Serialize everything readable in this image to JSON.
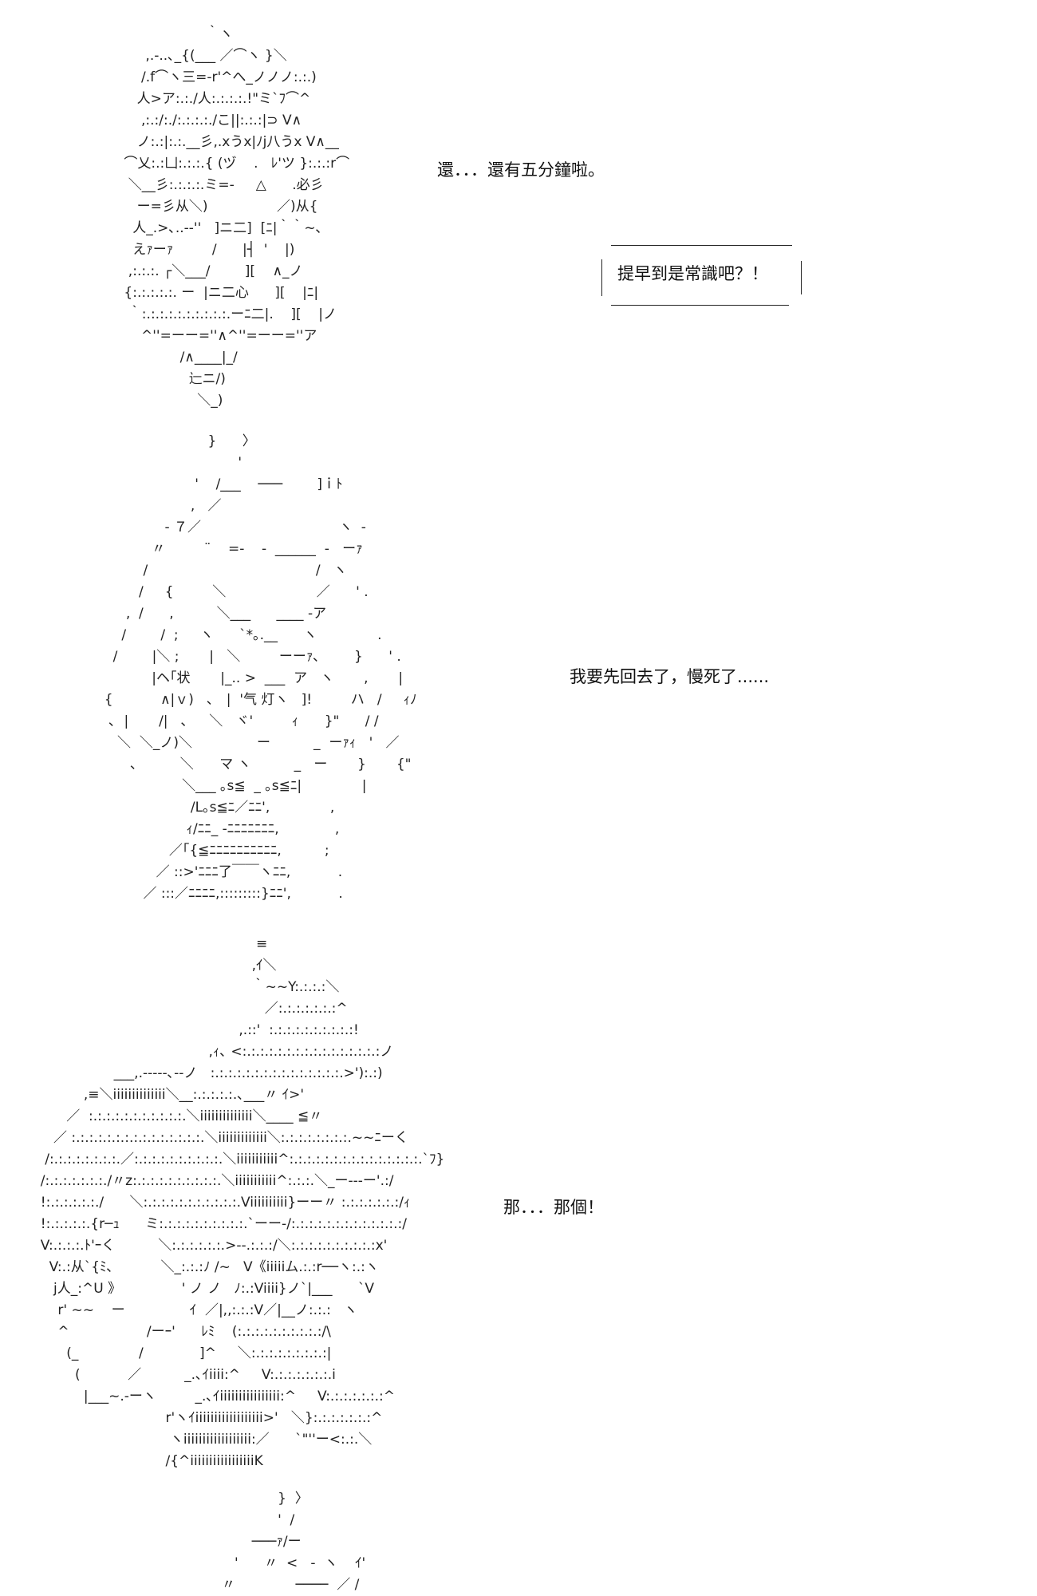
{
  "panels": [
    {
      "art": "                    ｀ヽ\n      ,.‐..､_{(___ ／⌒ヽ }＼\n     /.f⌒ヽ三=-r'^へ_ノノノ:.:.)\n    人>ア:.:./人:.:.:.:.!\"ミ`ﾌ⌒^\n     ,:.:/:./:.:.:.:./こ||:.:.:|⊃ V∧\n    ノ:.:|:.:.__彡,.xうx|ﾉj八うx V∧__\n ⌒乂:.:凵:.:.:.{ (ヅ    .   ﾚ'ツ }:.:.:r⌒\n  ＼__彡:.:.:.:.ミ=-     △      .必彡\n    ー=彡从＼)                ／)从{\n   人_.>､..-‐''   ]ニ二]  [ﾆ|｀｀~､\n   えｧーｧ         /      |┤  '    |)\n  ,:.:.:. ┌＼___/        ][    ∧_ノ\n {:.:.:.:.:. ー  |ニ二心      ][    |ﾆ|\n  ｀:.:.:.:.:.:.:.:.:.:.ーﾆ二|.    ][    |ノ\n     ^''=ーー=''∧^''=ーー=''ア\n              /∧____|_/\n                辷ニ/)\n                  ＼_)",
      "dialogue": "還．．．還有五分鐘啦。",
      "bubble": "提早到是常識吧？！"
    },
    {
      "art": "                          }      〉\n                                 '\n                       '    /___    ───        ]ｉﾄ\n                      ,   ／\n                - ７／                                ヽ  -\n             〃         ¨    =-    -  ______  -   ーｧ\n           /                                       /   ヽ\n          /     {         ＼                     ／      ' .\n       ,  /      ,          ＼___      ____ -ア\n      /        /  ;     ヽ      `*｡.__      ヽ              .\n    /        |＼ ;       |   ＼         ーーｧ､        }      ' .\n             |ヘ｢状       |_.. >  ___  ア   ヽ       ,       |\n  {           ∧|ｖ)   ､   |  '气 灯ヽ   ]!         ハ   /     ｨﾉ\n   ､  |       /|   ､     ＼   ヾ'         ｨ      }\"      / /\n     ＼  ＼_ノ)＼               ー          _  ーｧｨ   '   ／\n        ､          ＼      マ ヽ          _   ー       }       {\"\n                    ＼___ ｡s≦  _ ｡s≦ﾆ|              |\n                      /L｡s≦ﾆ／ﾆﾆ',              ,\n                     ｨ/ﾆﾆ_ -ﾆﾆﾆﾆﾆﾆﾆ,             ,\n                 ／｢{≦ﾆﾆﾆﾆﾆﾆﾆﾆﾆﾆ,          ;\n              ／ ::>'ﾆﾆﾆ了￣￣ヽﾆﾆ,           .\n           ／ :::／ﾆﾆﾆﾆ,:::::::::}ﾆﾆ',           .",
      "dialogue": "我要先回去了，慢死了......"
    },
    {
      "art": "                                                    ≡\n                                                   ,ｲ＼\n                                                   ｀~~Y:.:.:.:＼\n                                                      ／:.:.:.:.:.:.:^\n                                                ,.::'  :.:.:.:.:.:.:.:.:.:!\n                                         ,ｨ､ <:.:.:.:.:.:.:.:.:.:.:.:.:.:.:.:ノ\n                   ___,.-----､--ノ   :.:.:.:.:.:.:.:.:.:.:.:.:.:.:.>'):.:)\n            ,≡＼iiiiiiiiiiiiii＼__:.:.:.:.:.､___〃 ｲ>'\n        ／  :.:.:.:.:.:.:.:.:.:.:.＼iiiiiiiiiiiiii＼____ ≦〃\n     ／ :.:.:.:.:.:.:.:.:.:.:.:.:.:.:.＼iiiiiiiiiiiii＼:.:.:.:.:.:.:.:.~~ﾆーく\n   /:.:.:.:.:.:.:.:.／:.:.:.:.:.:.:.:.:.:.＼iiiiiiiiiii^:.:.:.:.:.:.:.:.:.:.:.:.:.:.:.`ﾌ}\n  /:.:.:.:.:.:.:./〃z:.:.:.:.:.:.:.:.:.:.＼iiiiiiiiiii^:.:.:.＼_ー---ー'.:/\n  !:.:.:.:.:.:./      ＼:.:.:.:.:.:.:.:.:.:.:.Viiiiiiiiii}ーー〃 :.:.:.:.:.:.:/ｨ\n  !:.:.:.:.:.{r─ｭ      ミ:.:.:.:.:.:.:.:.:.:.`ーー-/:.:.:.:.:.:.:.:.:.:.:.:.:/\n  V:.:.:.:.ﾄ'ｰく          ＼:.:.:.:.:.:.>--.:.:.:/＼:.:.:.:.:.:.:.:.:.:x'\n    V:.:从`{ﾐ､           ＼_:.:.:ﾉ /~   V《iiiiiム.:.:r──ヽ:.:ヽ\n     j人_:^U 》              ' ノ ノ   ﾉ:.:Viiii}ノ`|___      `V\n      r' ~~    ー               ｲ  ／|,,:.:.:V／|__ノ:.:.:   ヽ\n      ^                  /ーｰ'      ﾚﾐ    (:.:.:.:.:.:.:.:.:.:/\\\n        (_              /             ]^     ＼:.:.:.:.:.:.:.:.:|\n          (           ／          _.､ｲiiii:^     V:.:.:.:.:.:.:.i\n            |___~.-ーヽ         _.､ｲiiiiiiiiiiiiiiii:^     V:.:.:.:.:.:.:^\n                               r'ヽｲiiiiiiiiiiiiiiiiii>'   ＼}:.:.:.:.:.:.:^\n                                ヽiiiiiiiiiiiiiiiiii:／      `\"''ー<:.:.＼\n                               /{^iiiiiiiiiiiiiiiiiK",
      "dialogue": "那．．．那個！"
    },
    {
      "art": "                    }  〉\n                    '  /\n              ───ｧ/ー\n          '      〃  <   -  ヽ    ｲ'\n       〃              ────  ／ /"
    }
  ]
}
